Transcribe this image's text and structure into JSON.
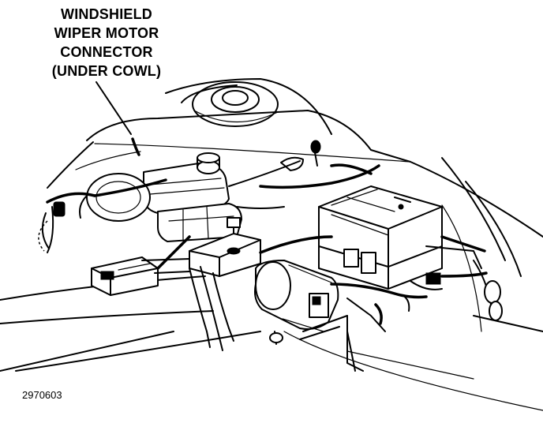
{
  "callout": {
    "lines": [
      "WINDSHIELD",
      "WIPER MOTOR",
      "CONNECTOR",
      "(UNDER COWL)"
    ],
    "target": "windshield-wiper-motor-connector"
  },
  "figure": {
    "number": "2970603"
  },
  "colors": {
    "ink": "#000000",
    "paper": "#ffffff"
  }
}
